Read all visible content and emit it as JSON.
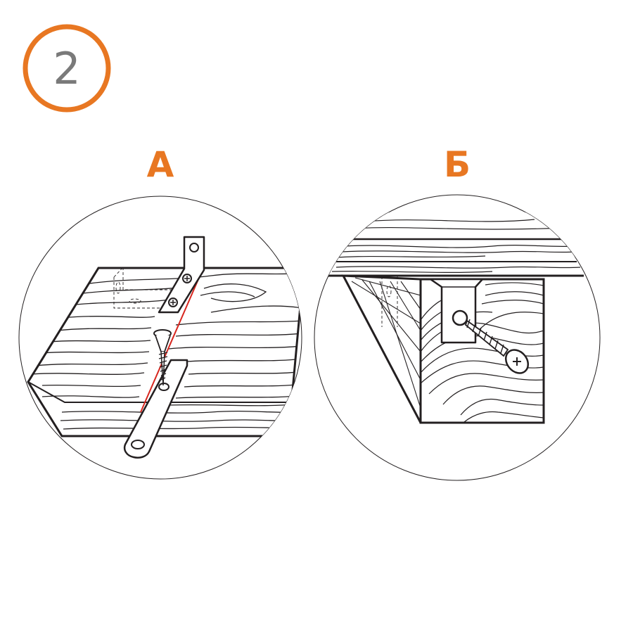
{
  "step_badge": {
    "number": "2"
  },
  "panels": [
    {
      "label": "А"
    },
    {
      "label": "Б"
    }
  ],
  "colors": {
    "accent": "#E87722",
    "outline": "#231F20",
    "guide_line": "#D7261E",
    "step_number": "#7A7A7A",
    "fill": "#FFFFFF"
  },
  "icons": {
    "panel_a": [
      "wood-board-icon",
      "metal-strap-icon",
      "screw-icon"
    ],
    "panel_b": [
      "wood-beam-icon",
      "metal-bracket-icon",
      "screw-icon"
    ]
  }
}
